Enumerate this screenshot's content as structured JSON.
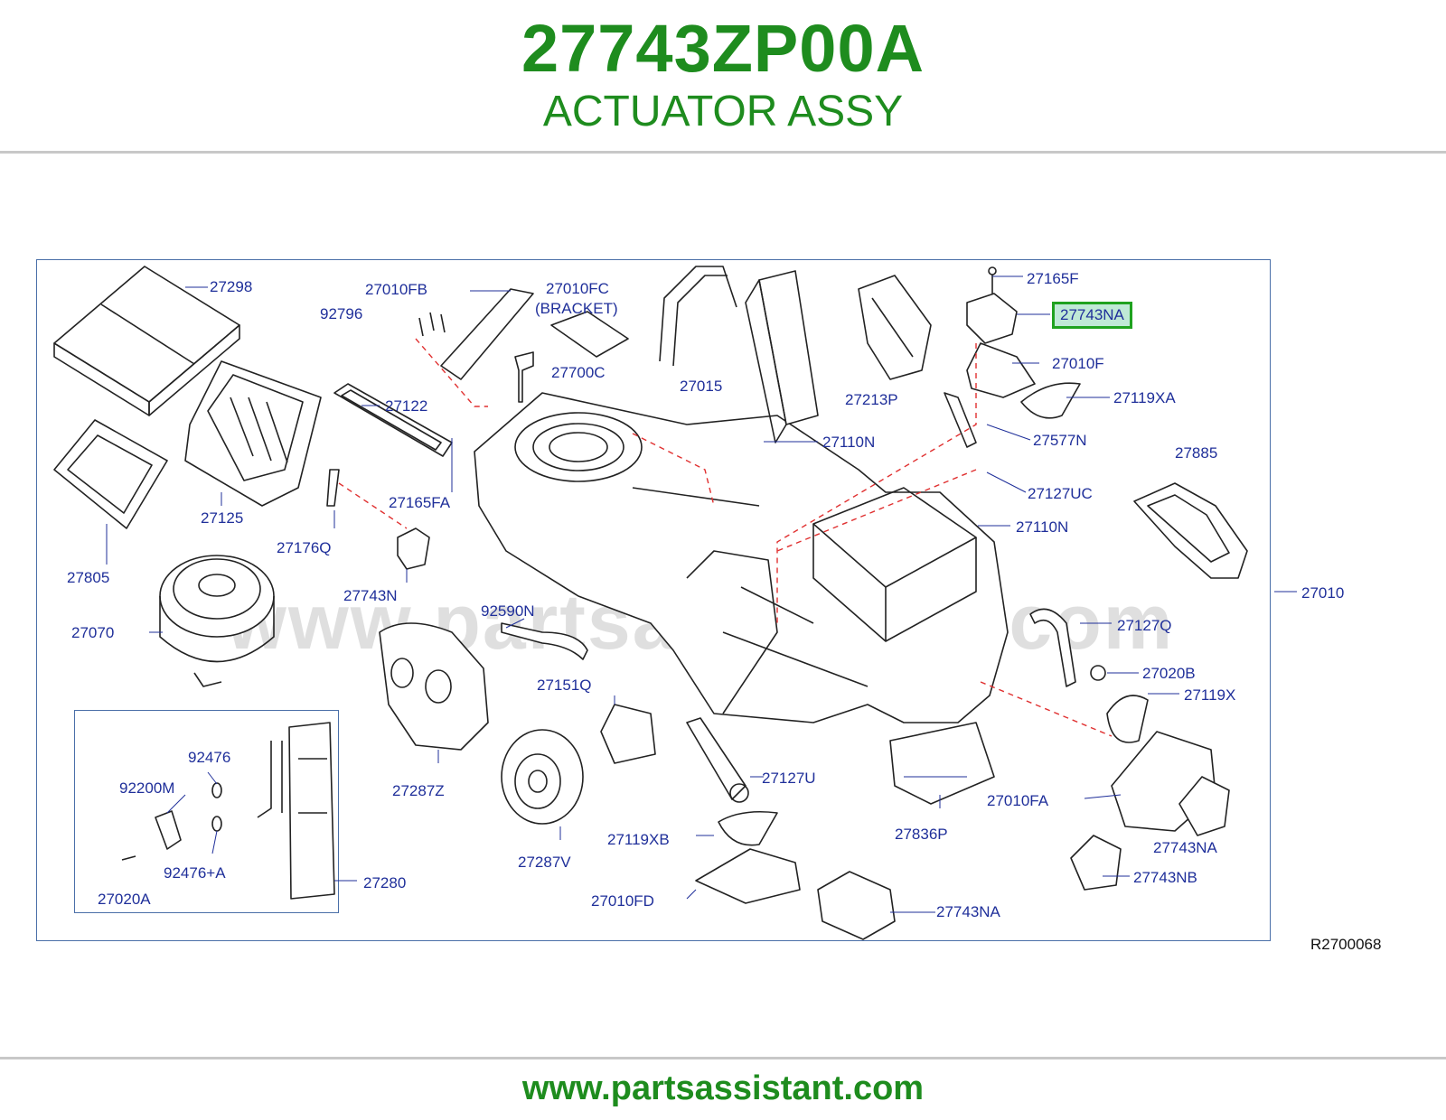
{
  "header": {
    "part_number": "27743ZP00A",
    "part_name": "ACTUATOR ASSY"
  },
  "diagram": {
    "highlight_label": "27743NA",
    "reference_code": "R2700068",
    "watermark": "www.partsassistant.com",
    "labels": [
      {
        "id": "27298",
        "text": "27298"
      },
      {
        "id": "27010FB",
        "text": "27010FB"
      },
      {
        "id": "92796",
        "text": "92796"
      },
      {
        "id": "27010FC",
        "text": "27010FC"
      },
      {
        "id": "bracket",
        "text": "(BRACKET)"
      },
      {
        "id": "27700C",
        "text": "27700C"
      },
      {
        "id": "27015",
        "text": "27015"
      },
      {
        "id": "27213P",
        "text": "27213P"
      },
      {
        "id": "27165F",
        "text": "27165F"
      },
      {
        "id": "27010F",
        "text": "27010F"
      },
      {
        "id": "27119XA",
        "text": "27119XA"
      },
      {
        "id": "27577N",
        "text": "27577N"
      },
      {
        "id": "27122",
        "text": "27122"
      },
      {
        "id": "27110N-a",
        "text": "27110N"
      },
      {
        "id": "27885",
        "text": "27885"
      },
      {
        "id": "27127UC",
        "text": "27127UC"
      },
      {
        "id": "27125",
        "text": "27125"
      },
      {
        "id": "27165FA",
        "text": "27165FA"
      },
      {
        "id": "27110N-b",
        "text": "27110N"
      },
      {
        "id": "27176Q",
        "text": "27176Q"
      },
      {
        "id": "27805",
        "text": "27805"
      },
      {
        "id": "27010",
        "text": "27010"
      },
      {
        "id": "27743N",
        "text": "27743N"
      },
      {
        "id": "92590N",
        "text": "92590N"
      },
      {
        "id": "27127Q",
        "text": "27127Q"
      },
      {
        "id": "27070",
        "text": "27070"
      },
      {
        "id": "27020B",
        "text": "27020B"
      },
      {
        "id": "27151Q",
        "text": "27151Q"
      },
      {
        "id": "27119X",
        "text": "27119X"
      },
      {
        "id": "92476",
        "text": "92476"
      },
      {
        "id": "92200M",
        "text": "92200M"
      },
      {
        "id": "27127U",
        "text": "27127U"
      },
      {
        "id": "27287Z",
        "text": "27287Z"
      },
      {
        "id": "27010FA",
        "text": "27010FA"
      },
      {
        "id": "27836P",
        "text": "27836P"
      },
      {
        "id": "27119XB",
        "text": "27119XB"
      },
      {
        "id": "27743NA-b",
        "text": "27743NA"
      },
      {
        "id": "92476A",
        "text": "92476+A"
      },
      {
        "id": "27287V",
        "text": "27287V"
      },
      {
        "id": "27743NB",
        "text": "27743NB"
      },
      {
        "id": "27280",
        "text": "27280"
      },
      {
        "id": "27020A",
        "text": "27020A"
      },
      {
        "id": "27010FD",
        "text": "27010FD"
      },
      {
        "id": "27743NA-c",
        "text": "27743NA"
      }
    ]
  },
  "footer": {
    "url": "www.partsassistant.com"
  },
  "colors": {
    "brand_green": "#1e8c1e",
    "label_blue": "#1f2f9a",
    "highlight_fill": "#bfe9d6",
    "highlight_border": "#1fa21f",
    "leader_red": "#e03030"
  }
}
